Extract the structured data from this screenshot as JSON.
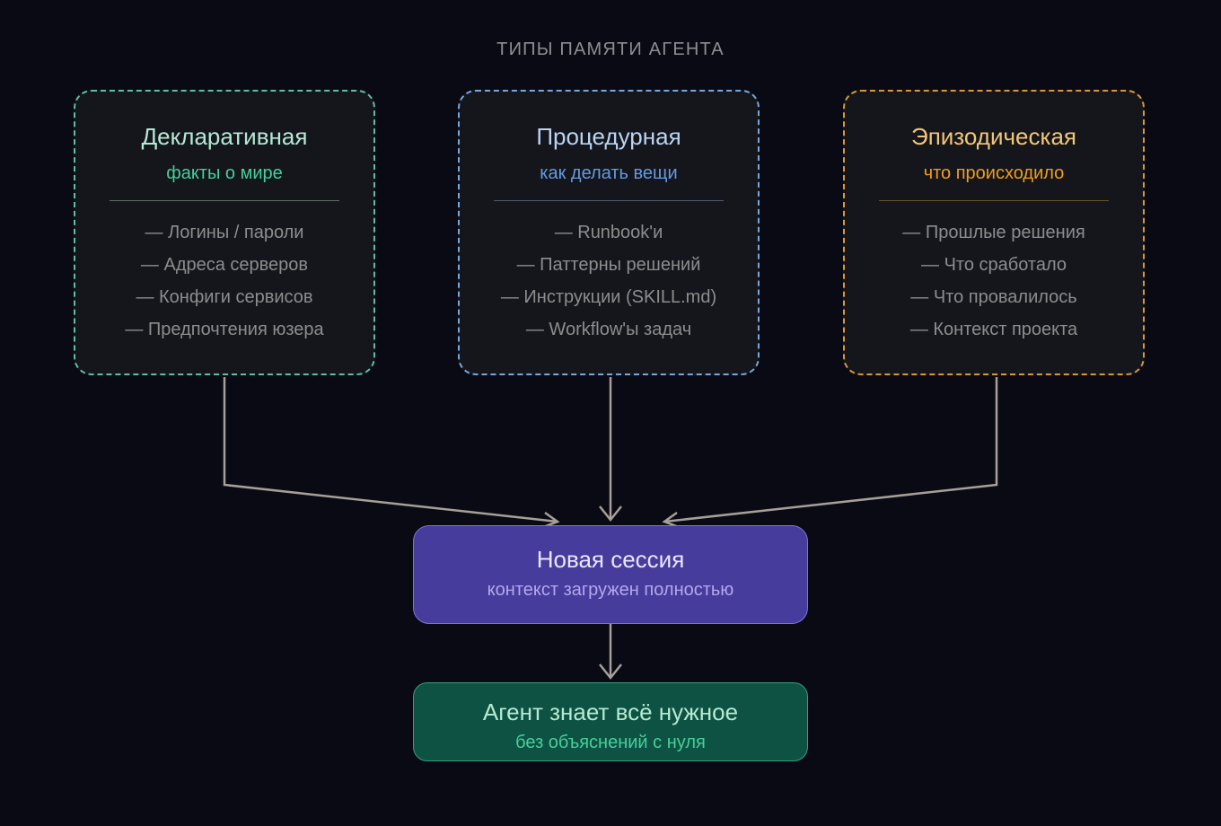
{
  "page": {
    "colors": {
      "background": "#0a0a15",
      "title": "#8e8e92"
    }
  },
  "diagram_title": "ТИПЫ ПАМЯТИ АГЕНТА",
  "memory_cards": [
    {
      "heading": "Декларативная",
      "subtitle": "факты о мире",
      "items": [
        "— Логины / пароли",
        "— Адреса серверов",
        "— Конфиги сервисов",
        "— Предпочтения юзера"
      ],
      "colors": {
        "border": "#5fbfa4",
        "heading": "#b4e9d3",
        "subtitle": "#45cf9c",
        "divider": "#5d6e68"
      }
    },
    {
      "heading": "Процедурная",
      "subtitle": "как делать вещи",
      "items": [
        "— Runbook'и",
        "— Паттерны решений",
        "— Инструкции (SKILL.md)",
        "— Workflow'ы задач"
      ],
      "colors": {
        "border": "#7aa7d9",
        "heading": "#bad4f2",
        "subtitle": "#659ae3",
        "divider": "#4f5d72"
      }
    },
    {
      "heading": "Эпизодическая",
      "subtitle": "что происходило",
      "items": [
        "— Прошлые решения",
        "— Что сработало",
        "— Что провалилось",
        "— Контекст проекта"
      ],
      "colors": {
        "border": "#d9973a",
        "heading": "#f2c677",
        "subtitle": "#f09d1f",
        "divider": "#6b5526"
      }
    }
  ],
  "session_box": {
    "title": "Новая сессия",
    "subtitle": "контекст загружен полностью",
    "colors": {
      "fill": "#453c9c",
      "border": "#7f74d2",
      "title": "#e9e6fa",
      "subtitle": "#b3a8ec"
    }
  },
  "result_box": {
    "title": "Агент знает всё нужное",
    "subtitle": "без объяснений с нуля",
    "colors": {
      "fill": "#0d5243",
      "border": "#37a07c",
      "title": "#b6e9d2",
      "subtitle": "#47cf9a"
    }
  },
  "arrows": {
    "colors": {
      "stroke": "#a6a096"
    }
  }
}
